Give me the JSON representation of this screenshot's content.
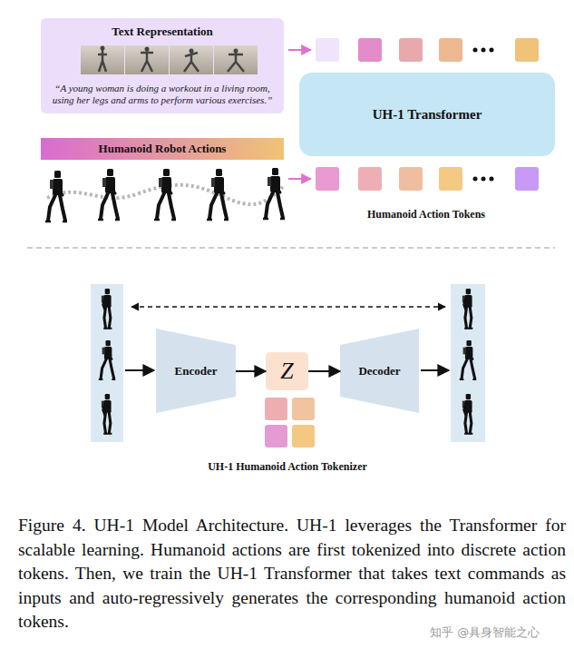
{
  "diagram": {
    "caption": "Figure 4. UH-1 Model Architecture. UH-1 leverages the Transformer for scalable learning. Humanoid actions are first tokenized into discrete action tokens. Then, we train the UH-1 Transformer that takes text commands as inputs and auto-regressively generates the corresponding humanoid action tokens.",
    "nodes": [
      {
        "text": [
          "Text Representation",
          "“A young woman is doing a workout in a living room, using her legs and arms to perform various exercises.”"
        ]
      },
      {
        "text": [
          "UH-1 Transformer"
        ]
      },
      {
        "text": [
          "Humanoid Robot Actions"
        ]
      },
      {
        "text": [
          "Encoder"
        ]
      },
      {
        "text": [
          "Z"
        ]
      },
      {
        "text": [
          "Decoder"
        ]
      }
    ],
    "edges": [
      {
        "from": 3,
        "to": 4,
        "arrow": "to"
      },
      {
        "from": 4,
        "to": 5,
        "arrow": "to"
      }
    ],
    "labels": [
      "Humanoid Action Tokens",
      "UH-1 Humanoid Action Tokenizer",
      "知乎 @具身智能之心"
    ]
  }
}
